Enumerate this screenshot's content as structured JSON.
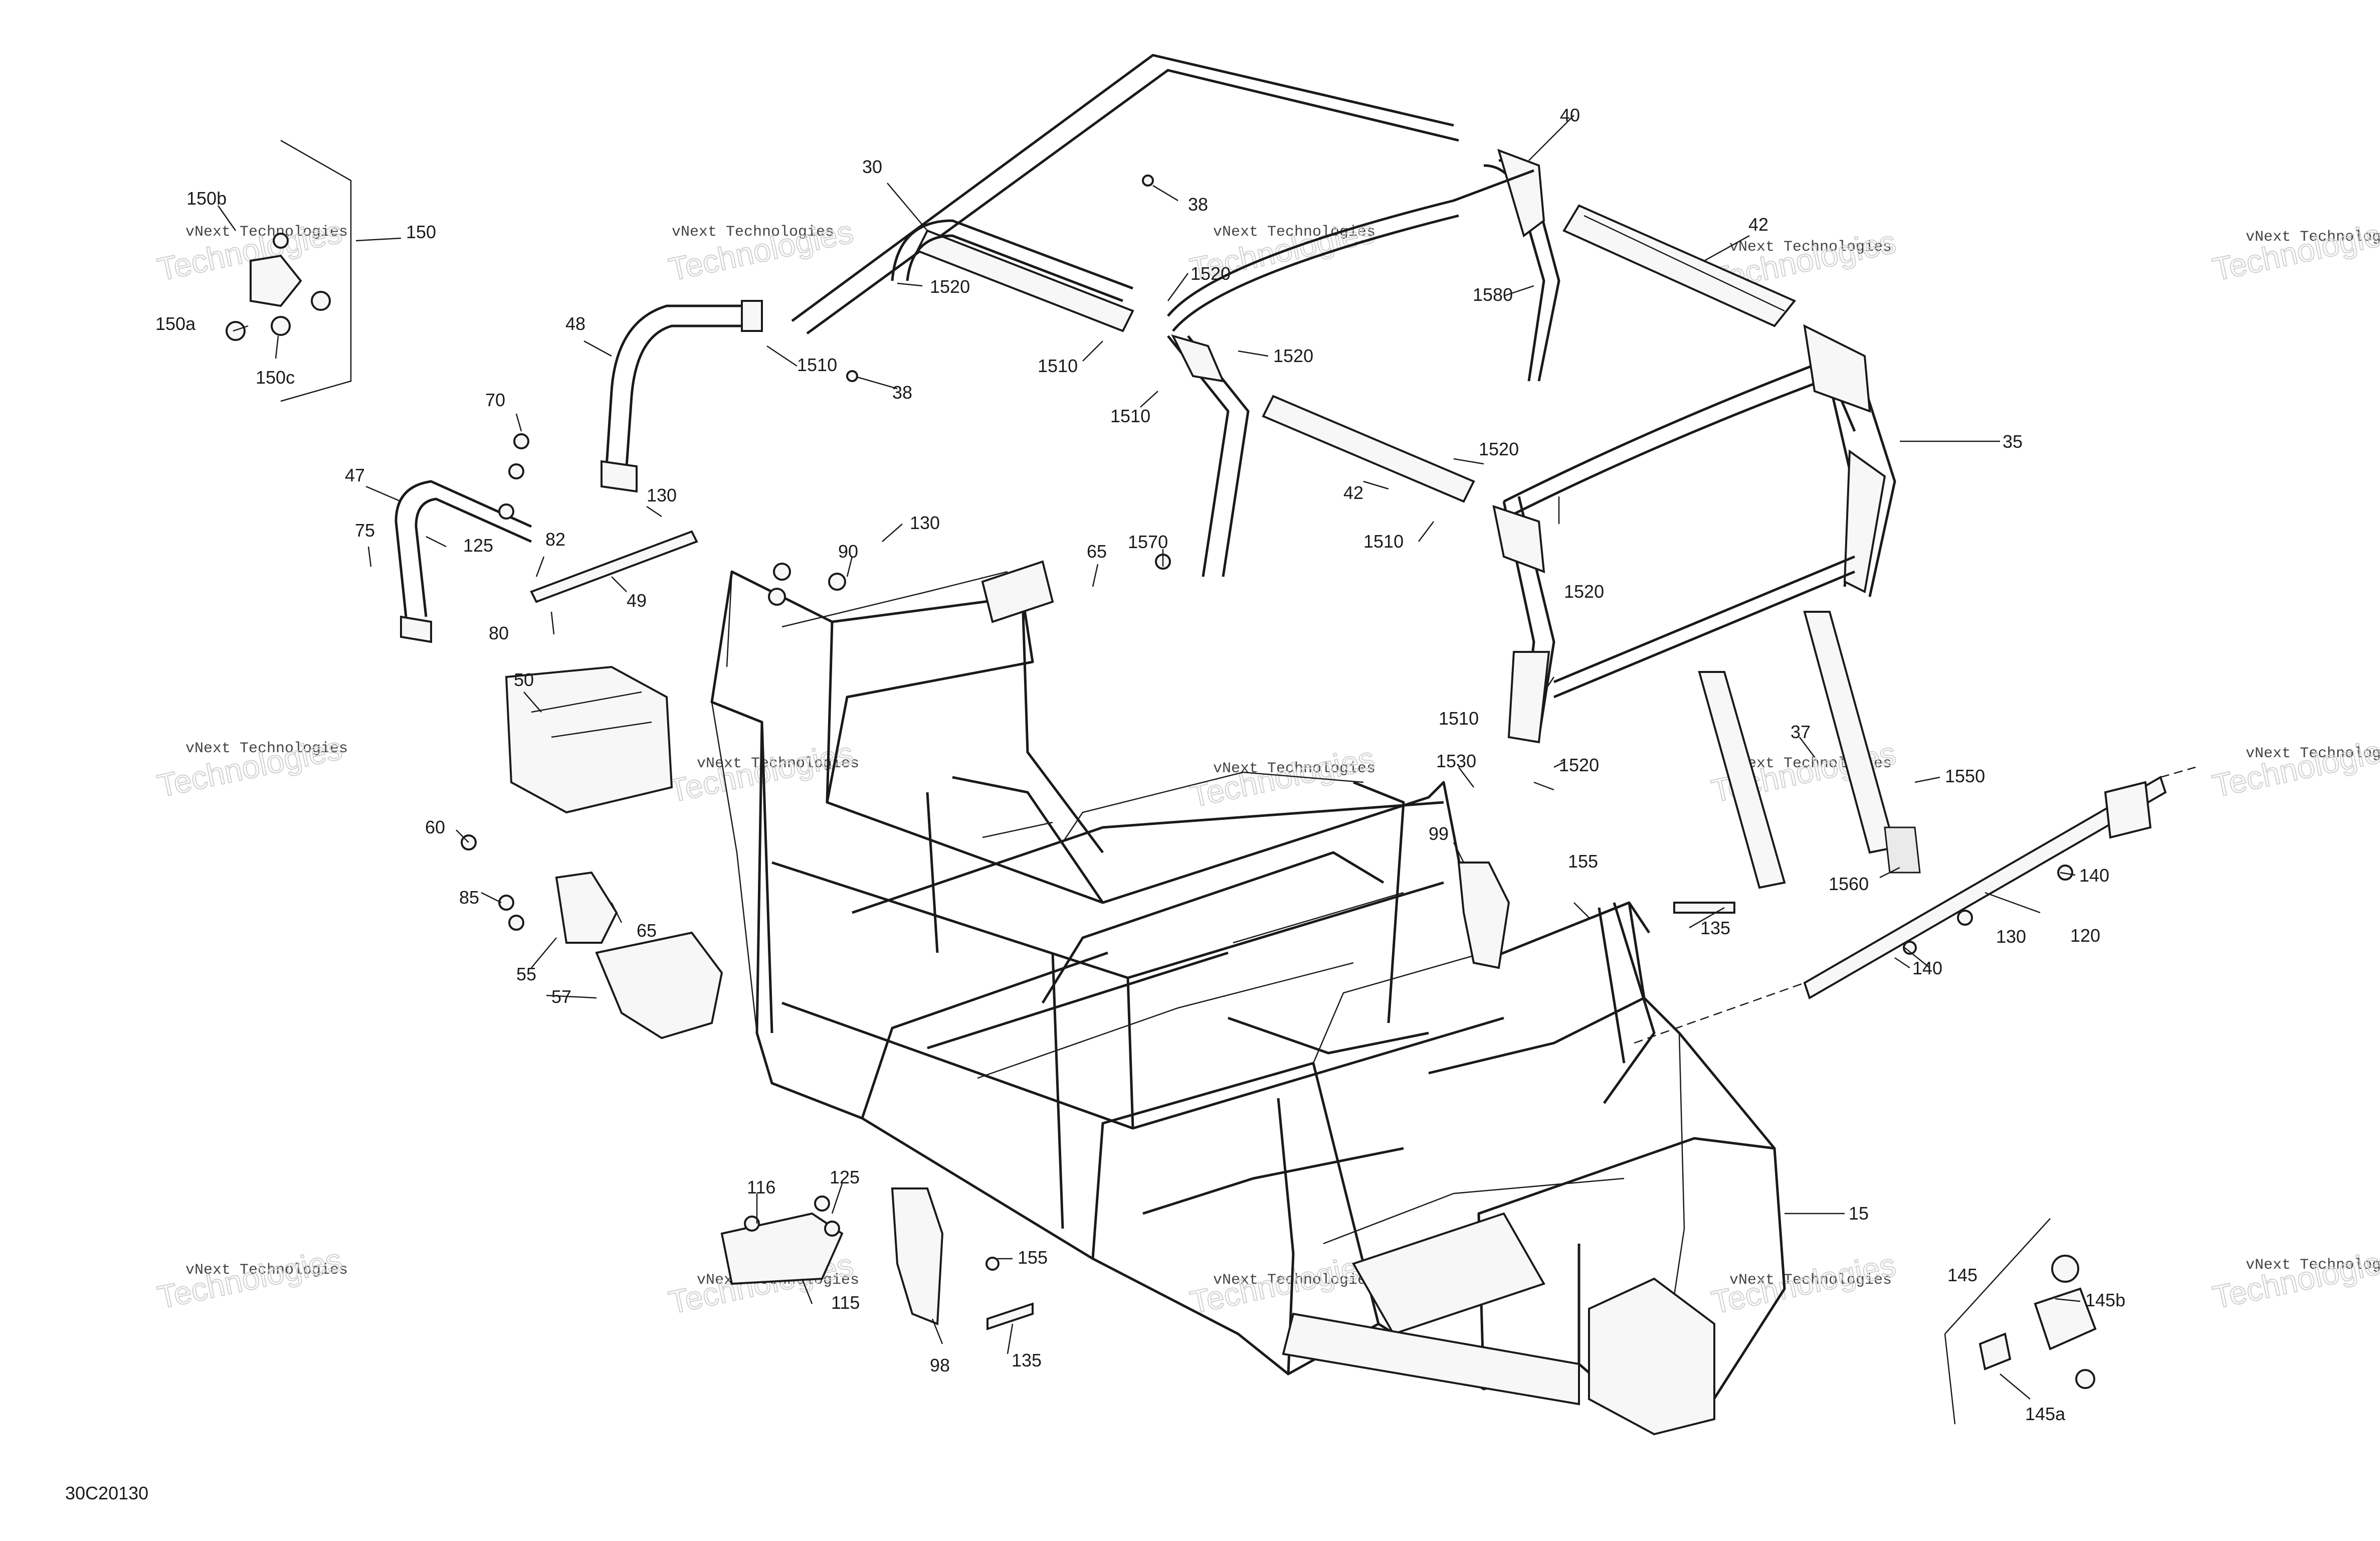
{
  "figure_id": "30C20130",
  "watermark": {
    "line1": "vNext Technologies",
    "line2": "Technologies"
  },
  "callouts": {
    "c150b": "150b",
    "c150": "150",
    "c150a": "150a",
    "c150c": "150c",
    "c30": "30",
    "c38a": "38",
    "c38b": "38",
    "c1520a": "1520",
    "c1520b": "1520",
    "c1520c": "1520",
    "c1520d": "1520",
    "c1520e": "1520",
    "c1520f": "1520",
    "c1510a": "1510",
    "c1510b": "1510",
    "c1510c": "1510",
    "c1510d": "1510",
    "c1510e": "1510",
    "c40": "40",
    "c42a": "42",
    "c42b": "42",
    "c1580": "1580",
    "c48": "48",
    "c70": "70",
    "c47": "47",
    "c75": "75",
    "c125a": "125",
    "c82": "82",
    "c130a": "130",
    "c49": "49",
    "c80": "80",
    "c90": "90",
    "c130b": "130",
    "c65a": "65",
    "c1570": "1570",
    "c35": "35",
    "c50": "50",
    "c60": "60",
    "c1530": "1530",
    "c37": "37",
    "c1550": "1550",
    "c99": "99",
    "c1560": "1560",
    "c85": "85",
    "c65b": "65",
    "c55": "55",
    "c57": "57",
    "c155a": "155",
    "c135a": "135",
    "c140a": "140",
    "c130c": "130",
    "c120": "120",
    "c140b": "140",
    "c116": "116",
    "c125b": "125",
    "c115": "115",
    "c155b": "155",
    "c98": "98",
    "c135b": "135",
    "c15": "15",
    "c145": "145",
    "c145b": "145b",
    "c145a": "145a"
  }
}
